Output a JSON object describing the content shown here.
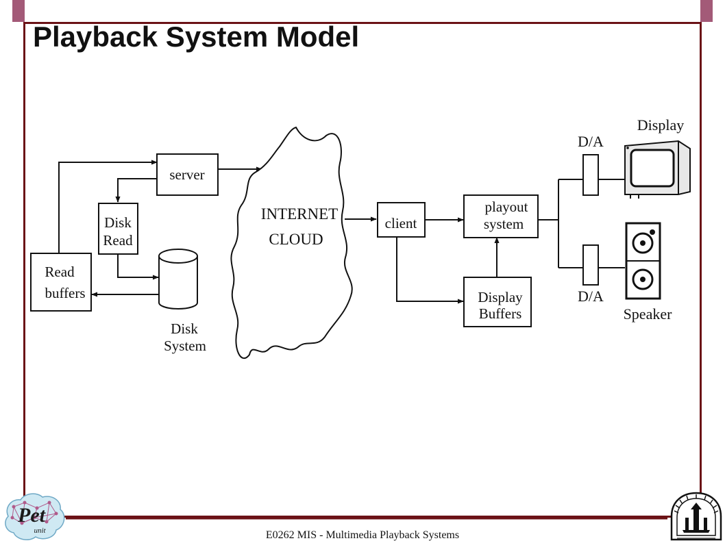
{
  "slide": {
    "title": "Playback System Model",
    "footer": "E0262 MIS - Multimedia Playback Systems"
  },
  "diagram": {
    "server": "server",
    "disk_read": [
      "Disk",
      "Read"
    ],
    "read_buffers": [
      "Read",
      "buffers"
    ],
    "disk_system": [
      "Disk",
      "System"
    ],
    "internet_cloud": [
      "INTERNET",
      "CLOUD"
    ],
    "client": "client",
    "playout_system": [
      "playout",
      "system"
    ],
    "display_buffers": [
      "Display",
      "Buffers"
    ],
    "da_top": "D/A",
    "da_bottom": "D/A",
    "display": "Display",
    "speaker": "Speaker"
  },
  "logos": {
    "left_logo_text": "Pet",
    "left_logo_sub": "unit",
    "left_icon": "pet-unit-logo-icon",
    "right_icon": "institute-seal-icon"
  },
  "colors": {
    "frame": "#6b1216",
    "corner_tab": "#a35a78",
    "logo_fill": "#cfe9f3"
  }
}
